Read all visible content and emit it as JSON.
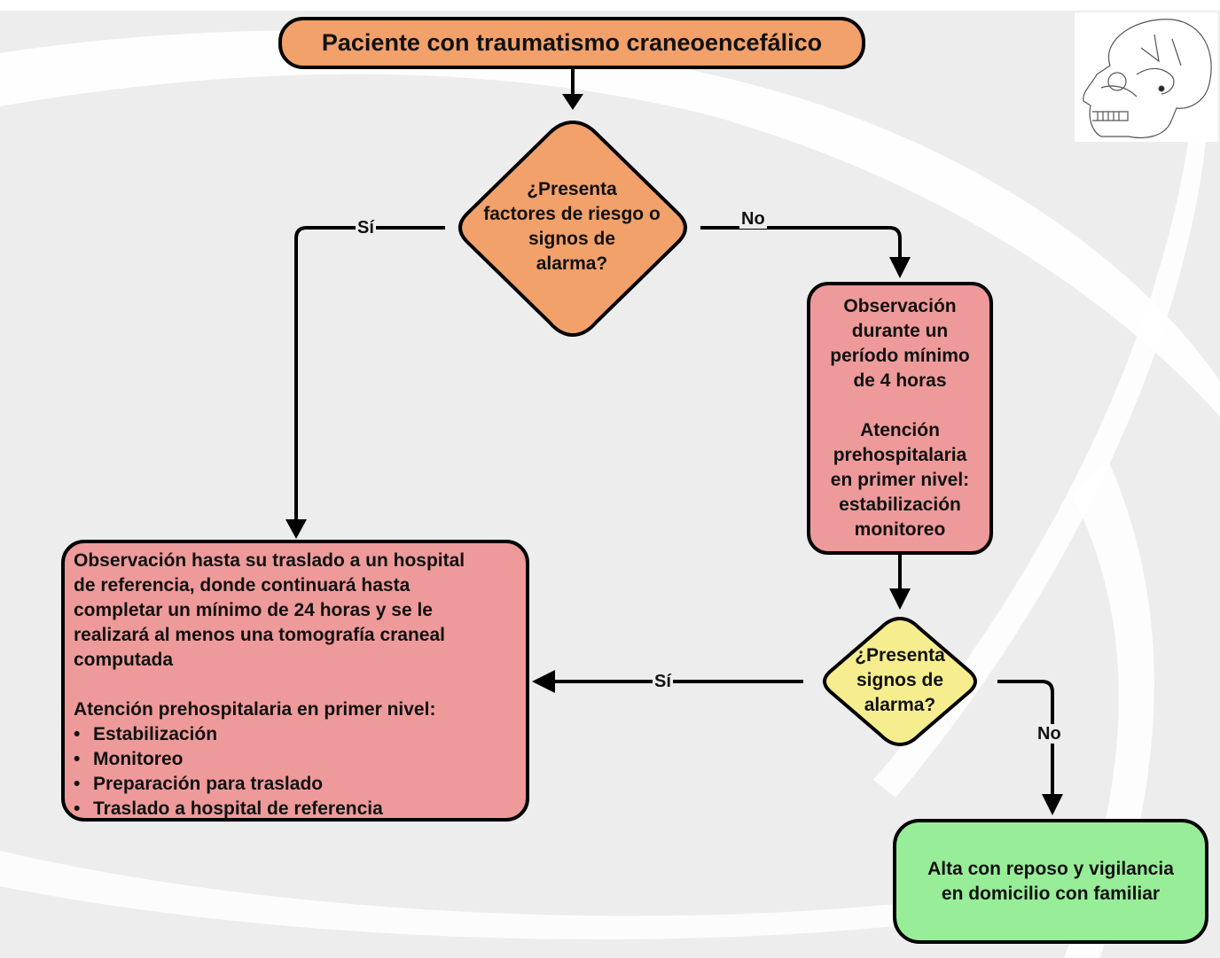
{
  "start": {
    "label": "Paciente con traumatismo craneoencefálico"
  },
  "decision1": {
    "lines": [
      "¿Presenta",
      "factores de riesgo o",
      "signos de",
      "alarma?"
    ]
  },
  "obs4": {
    "para1": [
      "Observación",
      "durante un",
      "período mínimo",
      "de 4 horas"
    ],
    "para2": [
      "Atención",
      "prehospitalaria",
      "en primer nivel:",
      "estabilización",
      "monitoreo"
    ]
  },
  "decision2": {
    "lines": [
      "¿Presenta",
      "signos de",
      "alarma?"
    ]
  },
  "obs24": {
    "para1": [
      "Observación hasta su traslado a un hospital",
      "de referencia, donde continuará hasta",
      "completar un mínimo de 24 horas y se le",
      "realizará al menos una tomografía craneal",
      "computada"
    ],
    "heading": "Atención prehospitalaria en primer nivel:",
    "bullets": [
      "Estabilización",
      "Monitoreo",
      "Preparación para traslado",
      "Traslado a hospital de referencia"
    ]
  },
  "alta": {
    "lines": [
      "Alta con reposo y vigilancia",
      "en domicilio con familiar"
    ]
  },
  "edges": {
    "yes1": "Sí",
    "no1": "No",
    "yes2": "Sí",
    "no2": "No"
  },
  "colors": {
    "start": "#f2a16b",
    "decision1": "#f2a16b",
    "decision2": "#f6ee8e",
    "observation": "#ef9a9a",
    "discharge": "#98ee98"
  }
}
